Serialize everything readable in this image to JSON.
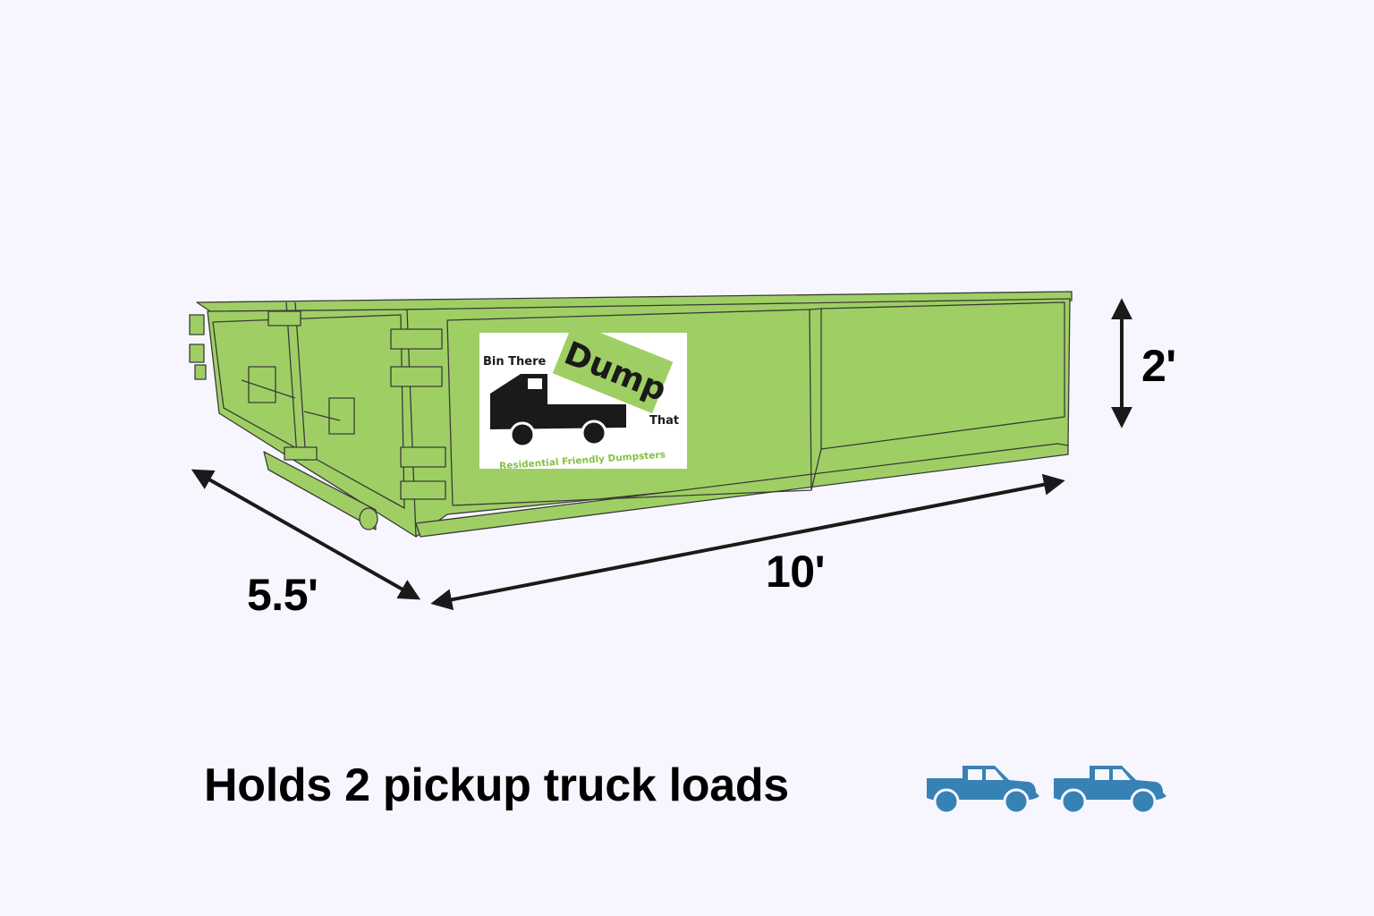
{
  "dumpster": {
    "color": "#9FCF64",
    "outline": "#3A3A3A",
    "logo": {
      "line1": "Bin There",
      "line2": "Dump",
      "line3": "That",
      "tagline": "Residential Friendly Dumpsters",
      "accent": "#9FCF64"
    }
  },
  "dimensions": {
    "height": "2'",
    "width": "5.5'",
    "length": "10'"
  },
  "caption": "Holds 2 pickup truck loads",
  "truck_icons": {
    "count": 2,
    "icon": "pickup-truck-icon",
    "color": "#3682B5"
  },
  "colors": {
    "background": "#F7F6FE",
    "arrow": "#1A1A1A",
    "text": "#000000"
  }
}
